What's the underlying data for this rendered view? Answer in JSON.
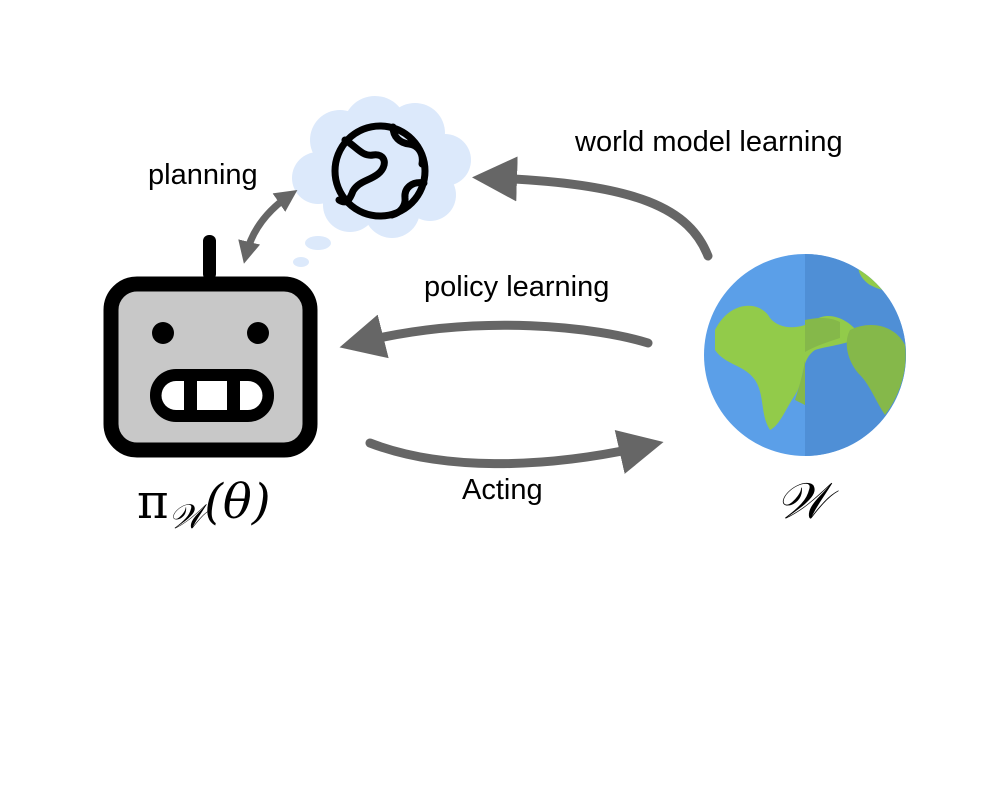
{
  "labels": {
    "planning": "planning",
    "world_model_learning": "world model learning",
    "policy_learning": "policy learning",
    "acting": "Acting"
  },
  "agent_symbol": {
    "pi": "π",
    "subscript": "𝒲",
    "argument": "(θ)"
  },
  "world_symbol": "𝒲",
  "icons": {
    "agent": "robot-icon",
    "thought": "thought-cloud-icon",
    "imagined_world": "globe-outline-icon",
    "environment": "earth-icon"
  },
  "colors": {
    "arrow": "#666666",
    "cloud": "#dce9fb",
    "robot_face": "#c8c8c8",
    "robot_outline": "#000000",
    "ocean": "#5b9fe8",
    "ocean_shade": "#4f8fd6",
    "land": "#92cb4a",
    "land_shade": "#85b84a"
  }
}
